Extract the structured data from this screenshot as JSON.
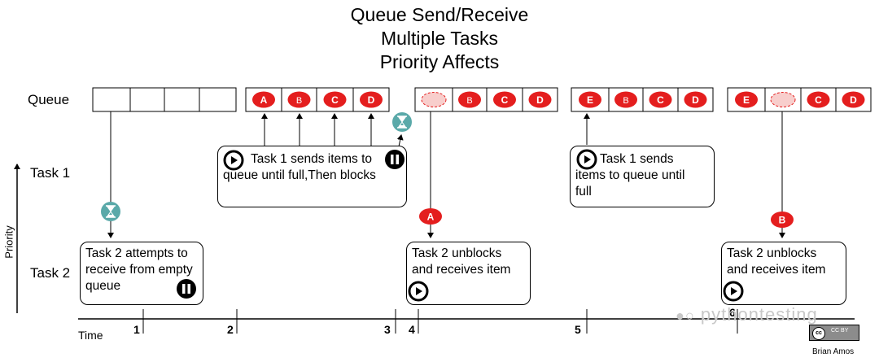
{
  "title": {
    "line1": "Queue Send/Receive",
    "line2": "Multiple Tasks",
    "line3": "Priority Affects"
  },
  "lanes": {
    "queue": "Queue",
    "task1": "Task 1",
    "task2": "Task 2",
    "priority": "Priority"
  },
  "axis": {
    "time": "Time",
    "ticks": [
      "1",
      "2",
      "3",
      "4",
      "5",
      "6"
    ]
  },
  "queue_snapshots": [
    [
      "",
      "",
      "",
      ""
    ],
    [
      "A",
      "B",
      "C",
      "D"
    ],
    [
      "",
      "B",
      "C",
      "D"
    ],
    [
      "E",
      "B",
      "C",
      "D"
    ],
    [
      "E",
      "",
      "C",
      "D"
    ]
  ],
  "received_items": [
    "A",
    "B"
  ],
  "notes": {
    "task1_fill_line1": "Task 1 sends items to",
    "task1_fill_line2": "queue until full,Then blocks",
    "task1_send_line1": "Task 1 sends",
    "task1_send_line2": "items to queue until",
    "task1_send_line3": "full",
    "task2_wait_line1": "Task 2 attempts to",
    "task2_wait_line2": "receive from empty",
    "task2_wait_line3": "queue",
    "task2_unblock1_line1": "Task 2 unblocks",
    "task2_unblock1_line2": "and receives item",
    "task2_unblock2_line1": "Task 2 unblocks",
    "task2_unblock2_line2": "and receives item"
  },
  "credit": {
    "license": "CC BY",
    "author": "Brian Amos"
  },
  "watermark": "pythontesting",
  "colors": {
    "item_red": "#e41e1e",
    "removed_fill": "#f8cecc",
    "hourglass": "#5aa9a9",
    "ink": "#000000"
  },
  "icons": {
    "running": "play-icon",
    "blocked": "pause-icon",
    "waiting": "hourglass-icon"
  }
}
